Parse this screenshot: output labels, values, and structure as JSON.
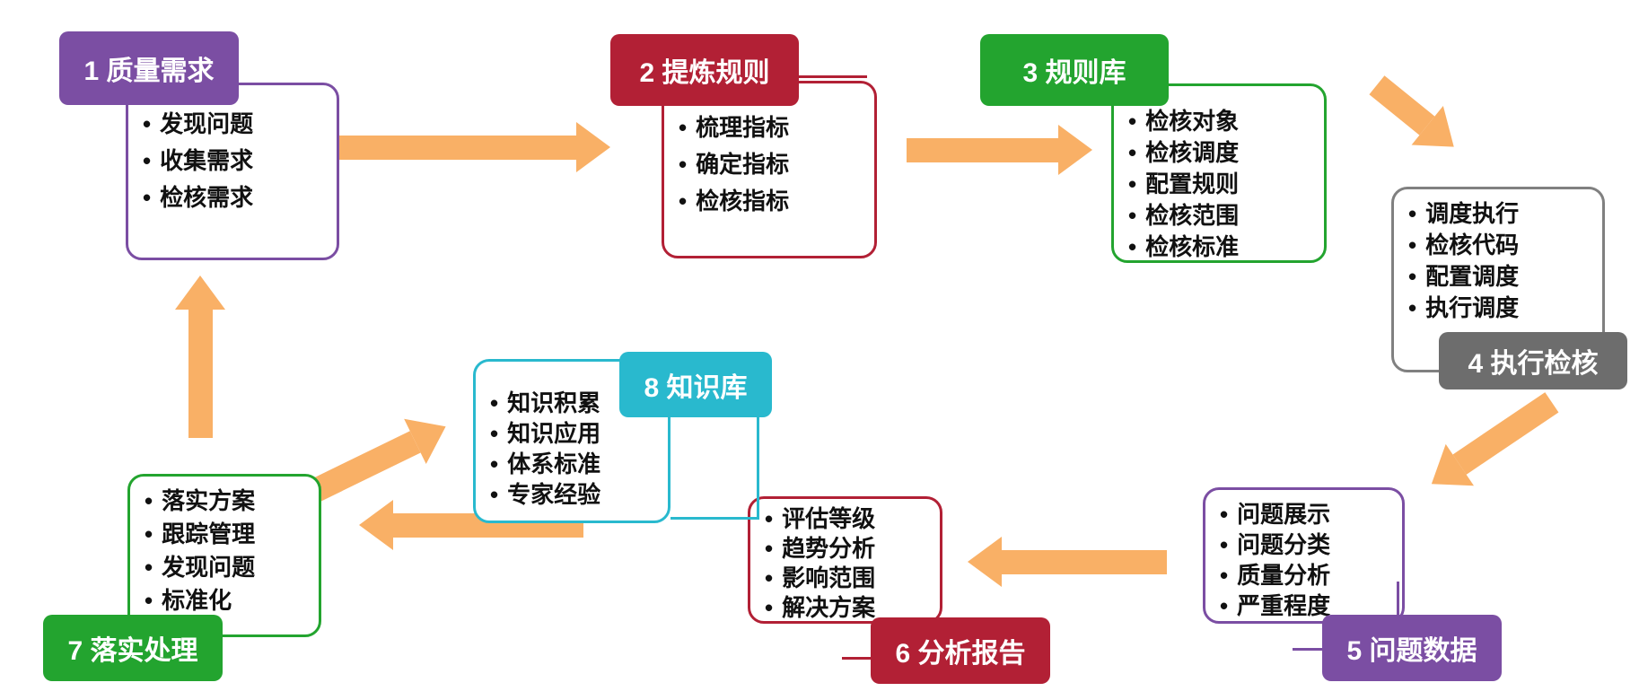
{
  "diagram": {
    "description": "8-step data quality check closed-loop flow diagram",
    "nodes": [
      {
        "id": "1",
        "label": "1 质量需求",
        "color": "#7B4EA3",
        "bullets": [
          "发现问题",
          "收集需求",
          "检核需求"
        ]
      },
      {
        "id": "2",
        "label": "2 提炼规则",
        "color": "#B22035",
        "bullets": [
          "梳理指标",
          "确定指标",
          "检核指标"
        ]
      },
      {
        "id": "3",
        "label": "3 规则库",
        "color": "#23A42F",
        "bullets": [
          "检核对象",
          "检核调度",
          "配置规则",
          "检核范围",
          "检核标准"
        ]
      },
      {
        "id": "4",
        "label": "4 执行检核",
        "color": "#6D6D6D",
        "bullets": [
          "调度执行",
          "检核代码",
          "配置调度",
          "执行调度"
        ]
      },
      {
        "id": "5",
        "label": "5 问题数据",
        "color": "#7B4EA3",
        "bullets": [
          "问题展示",
          "问题分类",
          "质量分析",
          "严重程度"
        ]
      },
      {
        "id": "6",
        "label": "6 分析报告",
        "color": "#B22035",
        "bullets": [
          "评估等级",
          "趋势分析",
          "影响范围",
          "解决方案"
        ]
      },
      {
        "id": "7",
        "label": "7 落实处理",
        "color": "#23A42F",
        "bullets": [
          "落实方案",
          "跟踪管理",
          "发现问题",
          "标准化"
        ]
      },
      {
        "id": "8",
        "label": "8 知识库",
        "color": "#29B9CE",
        "bullets": [
          "知识积累",
          "知识应用",
          "体系标准",
          "专家经验"
        ]
      }
    ],
    "connections": [
      {
        "from": "1",
        "to": "2"
      },
      {
        "from": "2",
        "to": "3"
      },
      {
        "from": "3",
        "to": "4"
      },
      {
        "from": "4",
        "to": "5"
      },
      {
        "from": "5",
        "to": "6"
      },
      {
        "from": "6",
        "to": "7"
      },
      {
        "from": "7",
        "to": "8"
      },
      {
        "from": "7",
        "to": "1"
      }
    ],
    "colors": {
      "purple": "#7B4EA3",
      "red": "#B22035",
      "green": "#23A42F",
      "gray": "#6D6D6D",
      "cyan": "#29B9CE",
      "arrow_orange": "#F9B066"
    }
  }
}
